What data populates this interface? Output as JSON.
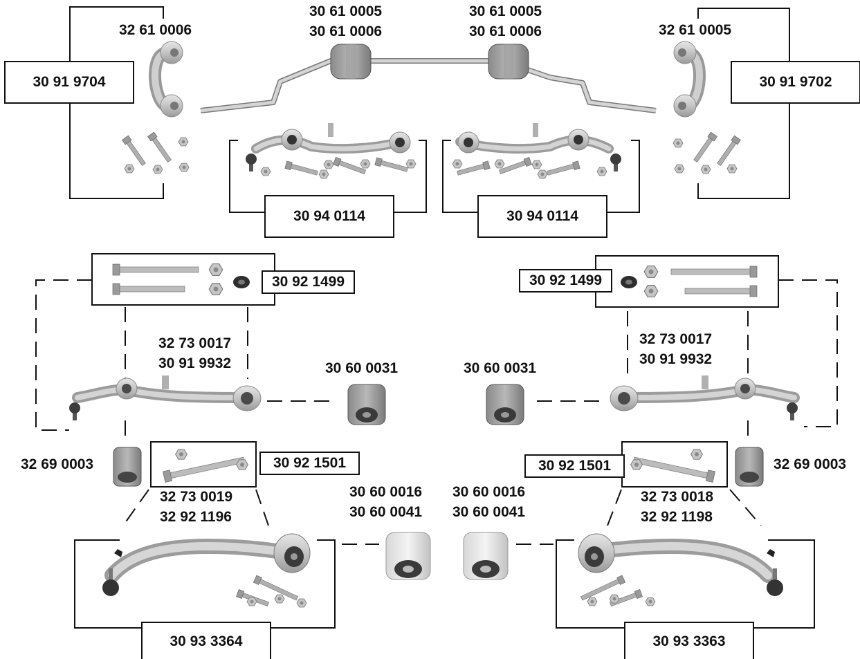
{
  "colors": {
    "ink": "#111111",
    "metal": "#c8c8c8",
    "metal_dark": "#8e8e8e",
    "rubber": "#6a6a6a",
    "background": "#ffffff"
  },
  "labels": {
    "top_left_link": "32 61 0006",
    "top_right_link": "32 61 0005",
    "stab_bush_left_1": "30 61 0005",
    "stab_bush_left_2": "30 61 0006",
    "stab_bush_right_1": "30 61 0005",
    "stab_bush_right_2": "30 61 0006",
    "mid_left_1": "32 73 0017",
    "mid_left_2": "30 91 9932",
    "mid_right_1": "32 73 0017",
    "mid_right_2": "30 91 9932",
    "bush_left": "30 60 0031",
    "bush_right": "30 60 0031",
    "bushing_left_small": "32 69 0003",
    "bushing_right_small": "32 69 0003",
    "low_left_1": "32 73 0019",
    "low_left_2": "32 92 1196",
    "low_right_1": "32 73 0018",
    "low_right_2": "32 92 1198",
    "center_left_1": "30 60 0016",
    "center_left_2": "30 60 0041",
    "center_right_1": "30 60 0016",
    "center_right_2": "30 60 0041"
  },
  "boxes": {
    "kit_top_left": "30 91 9704",
    "kit_top_right": "30 91 9702",
    "arm_kit_left": "30 94 0114",
    "arm_kit_right": "30 94 0114",
    "bolt_kit_left": "30 92 1499",
    "bolt_kit_right": "30 92 1499",
    "bolt_kit_low_left": "30 92 1501",
    "bolt_kit_low_right": "30 92 1501",
    "kit_bottom_left": "30 93 3364",
    "kit_bottom_right": "30 93 3363"
  }
}
